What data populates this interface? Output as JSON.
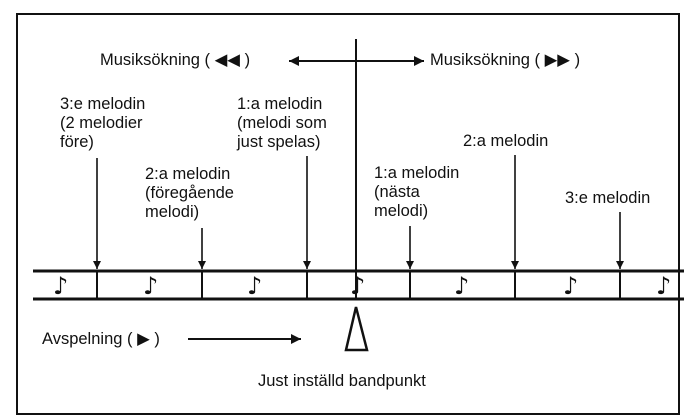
{
  "search": {
    "left_label": "Musiksökning ( ◀◀ )",
    "right_label": "Musiksökning ( ▶▶ )"
  },
  "melodies": {
    "third_before": [
      "3:e melodin",
      "(2 melodier",
      "före)"
    ],
    "second_before": [
      "2:a melodin",
      "(föregående",
      "melodi)"
    ],
    "current": [
      "1:a melodin",
      "(melodi som",
      "just spelas)"
    ],
    "next": [
      "1:a melodin",
      "(nästa",
      "melodi)"
    ],
    "second_after": [
      "2:a melodin"
    ],
    "third_after": [
      "3:e melodin"
    ]
  },
  "playback": {
    "label": "Avspelning ( ▶ )"
  },
  "tape_point": {
    "label": "Just inställd bandpunkt"
  },
  "note_symbol": "♪"
}
